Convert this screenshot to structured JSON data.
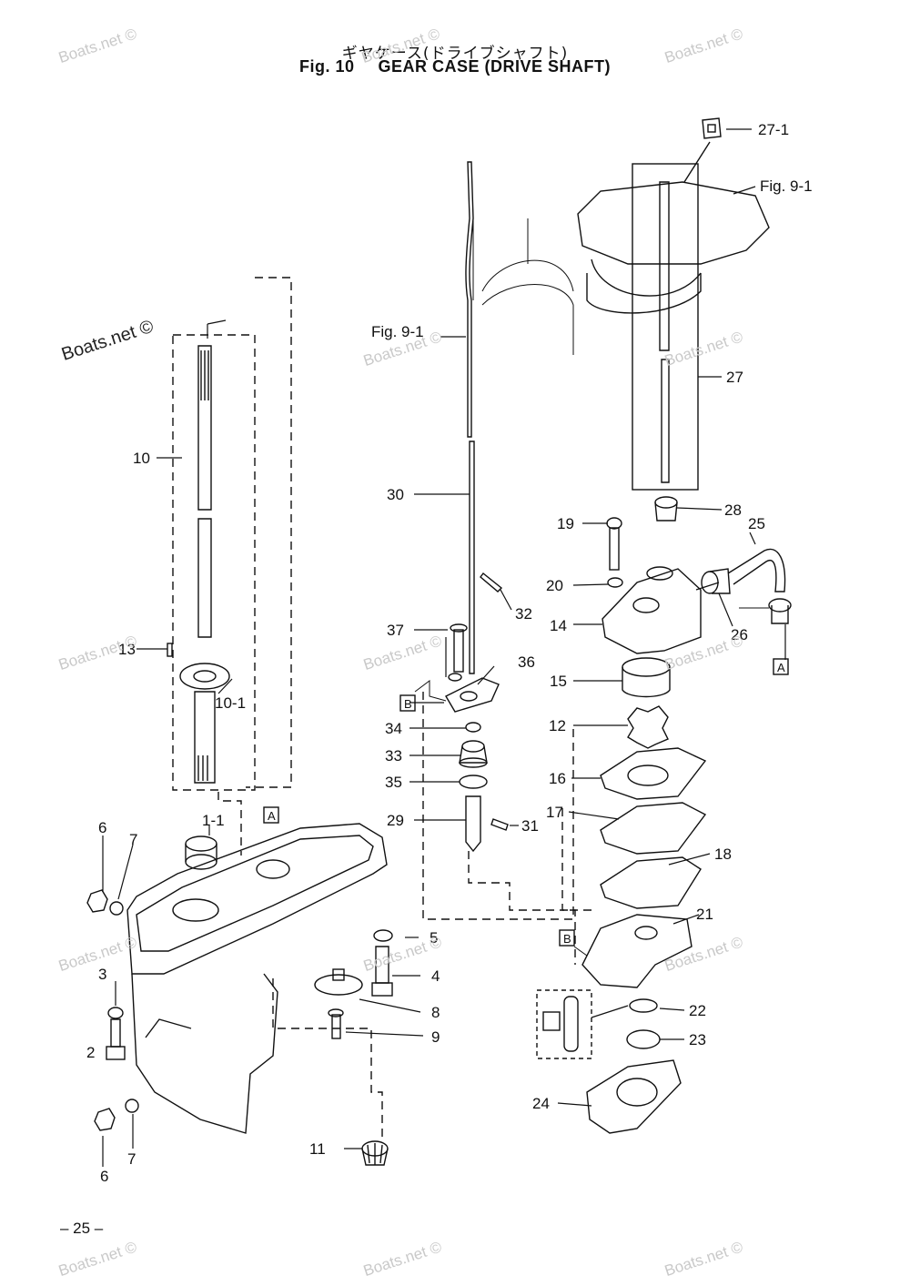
{
  "header": {
    "title_jp": "ギヤケース(ドライブシャフト)",
    "fig_label": "Fig. 10",
    "title_en": "GEAR CASE (DRIVE SHAFT)"
  },
  "watermark": {
    "text": "Boats.net ©"
  },
  "footer": {
    "page": "– 25 –"
  },
  "parts": [
    {
      "id": "p1-1",
      "text": "1-1"
    },
    {
      "id": "p2",
      "text": "2"
    },
    {
      "id": "p3",
      "text": "3"
    },
    {
      "id": "p4",
      "text": "4"
    },
    {
      "id": "p5",
      "text": "5"
    },
    {
      "id": "p6a",
      "text": "6"
    },
    {
      "id": "p6b",
      "text": "6"
    },
    {
      "id": "p7a",
      "text": "7"
    },
    {
      "id": "p7b",
      "text": "7"
    },
    {
      "id": "p8",
      "text": "8"
    },
    {
      "id": "p9",
      "text": "9"
    },
    {
      "id": "p10",
      "text": "10"
    },
    {
      "id": "p10-1",
      "text": "10-1"
    },
    {
      "id": "p11",
      "text": "11"
    },
    {
      "id": "p12",
      "text": "12"
    },
    {
      "id": "p13",
      "text": "13"
    },
    {
      "id": "p14",
      "text": "14"
    },
    {
      "id": "p15",
      "text": "15"
    },
    {
      "id": "p16",
      "text": "16"
    },
    {
      "id": "p17",
      "text": "17"
    },
    {
      "id": "p18",
      "text": "18"
    },
    {
      "id": "p19",
      "text": "19"
    },
    {
      "id": "p20",
      "text": "20"
    },
    {
      "id": "p21",
      "text": "21"
    },
    {
      "id": "p22",
      "text": "22"
    },
    {
      "id": "p23",
      "text": "23"
    },
    {
      "id": "p24",
      "text": "24"
    },
    {
      "id": "p25",
      "text": "25"
    },
    {
      "id": "p26",
      "text": "26"
    },
    {
      "id": "p27",
      "text": "27"
    },
    {
      "id": "p27-1",
      "text": "27-1"
    },
    {
      "id": "p28",
      "text": "28"
    },
    {
      "id": "p29",
      "text": "29"
    },
    {
      "id": "p30",
      "text": "30"
    },
    {
      "id": "p31",
      "text": "31"
    },
    {
      "id": "p32",
      "text": "32"
    },
    {
      "id": "p33",
      "text": "33"
    },
    {
      "id": "p34",
      "text": "34"
    },
    {
      "id": "p35",
      "text": "35"
    },
    {
      "id": "p36",
      "text": "36"
    },
    {
      "id": "p37",
      "text": "37"
    }
  ],
  "refs": {
    "fig91_top": "Fig. 9-1",
    "fig91_mid": "Fig. 9-1",
    "ref_a1": "A",
    "ref_a2": "A",
    "ref_b1": "B",
    "ref_b2": "B"
  }
}
